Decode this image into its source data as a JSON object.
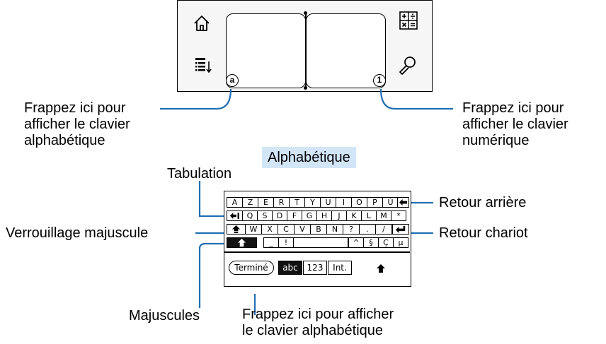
{
  "callouts": {
    "alpha_area": [
      "Frappez ici pour",
      "afficher le clavier",
      "alphabétique"
    ],
    "numeric_area": [
      "Frappez ici pour",
      "afficher le clavier",
      "numérique"
    ],
    "tab": "Tabulation",
    "caps_lock": "Verrouillage majuscule",
    "shift": "Majuscules",
    "backspace": "Retour arrière",
    "return": "Retour chariot",
    "abc_tap": [
      "Frappez ici pour afficher",
      "le clavier alphabétique"
    ]
  },
  "keyboard": {
    "title": "Alphabétique",
    "row1": [
      "A",
      "Z",
      "E",
      "R",
      "T",
      "Y",
      "U",
      "I",
      "O",
      "P",
      "Ù"
    ],
    "row2": [
      "Q",
      "S",
      "D",
      "F",
      "G",
      "H",
      "J",
      "K",
      "L",
      "M",
      "*"
    ],
    "row3": [
      "W",
      "X",
      "C",
      "V",
      "B",
      "N",
      "?",
      ".",
      "/"
    ],
    "row4_left": [
      "_",
      "!"
    ],
    "row4_right": [
      "^",
      "§",
      "Ç",
      "µ"
    ],
    "done": "Terminé",
    "mode_alpha": "abc",
    "mode_numeric": "123",
    "mode_intl": "Int.",
    "graffiti_alpha": "a",
    "graffiti_numeric": "1"
  },
  "icons": [
    "home-icon",
    "calculator-icon",
    "menu-icon",
    "find-icon",
    "backspace-arrow-icon",
    "return-arrow-icon",
    "tab-arrow-icon",
    "caps-lock-icon",
    "shift-icon"
  ],
  "colors": {
    "leader": "#1f6fb3",
    "badge": "#d2e6f8"
  }
}
